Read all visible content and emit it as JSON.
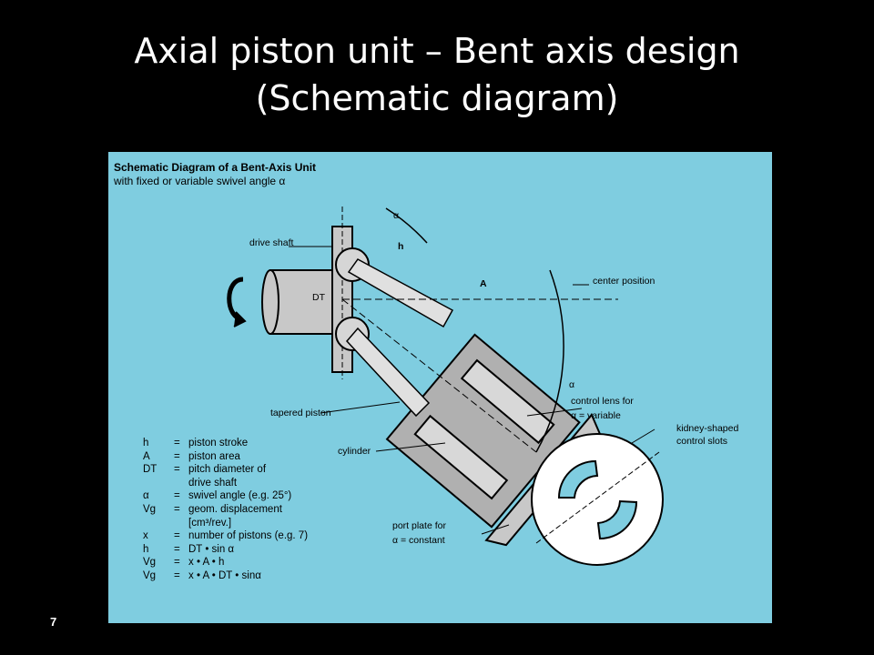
{
  "slide": {
    "title_line1": "Axial piston unit – Bent axis design",
    "title_line2": "(Schematic diagram)",
    "page_number": "7"
  },
  "figure": {
    "title": "Schematic Diagram of a Bent-Axis Unit",
    "subtitle": "with fixed or variable swivel angle α",
    "labels": {
      "drive_shaft": "drive shaft",
      "center_position": "center position",
      "A": "A",
      "h": "h",
      "DT": "DT",
      "alpha": "α",
      "tapered_piston": "tapered piston",
      "cylinder": "cylinder",
      "control_lens_1": "control lens for",
      "control_lens_2": "α = variable",
      "kidney_1": "kidney-shaped",
      "kidney_2": "control slots",
      "port_plate_1": "port plate for",
      "port_plate_2": "α = constant"
    },
    "legend": [
      {
        "sym": "h",
        "eq": "=",
        "text": "piston stroke"
      },
      {
        "sym": "A",
        "eq": "=",
        "text": "piston area"
      },
      {
        "sym": "DT",
        "eq": "=",
        "text": "pitch diameter of"
      },
      {
        "sym": "",
        "eq": "",
        "text": "drive shaft"
      },
      {
        "sym": "α",
        "eq": "=",
        "text": "swivel angle (e.g. 25°)"
      },
      {
        "sym": "Vg",
        "eq": "=",
        "text": "geom. displacement"
      },
      {
        "sym": "",
        "eq": "",
        "text": "[cm³/rev.]"
      },
      {
        "sym": "x",
        "eq": "=",
        "text": "number of pistons (e.g. 7)"
      },
      {
        "sym": "h",
        "eq": "=",
        "text": "DT • sin α"
      },
      {
        "sym": "Vg",
        "eq": "=",
        "text": "x • A • h"
      },
      {
        "sym": "Vg",
        "eq": "=",
        "text": "x • A • DT • sinα"
      }
    ]
  }
}
